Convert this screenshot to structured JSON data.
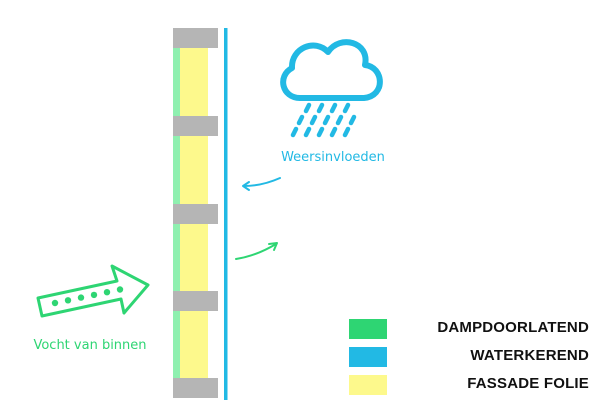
{
  "labels": {
    "weather": "Weersinvloeden",
    "moisture": "Vocht van binnen"
  },
  "legend": [
    {
      "key": "green",
      "label": "DAMPDOORLATEND",
      "color": "#2ed573"
    },
    {
      "key": "blue",
      "label": "WATERKEREND",
      "color": "#22b9e4"
    },
    {
      "key": "yellow",
      "label": "FASSADE FOLIE",
      "color": "#fdf98c"
    }
  ],
  "colors": {
    "green": "#2ed573",
    "light_green": "#8ff0b0",
    "blue": "#22b9e4",
    "yellow": "#fdf98c",
    "gray": "#b5b5b5"
  },
  "icons": [
    "rain-cloud-icon",
    "arrow-inward-icon",
    "arrow-outward-icon",
    "moisture-arrow-icon"
  ]
}
